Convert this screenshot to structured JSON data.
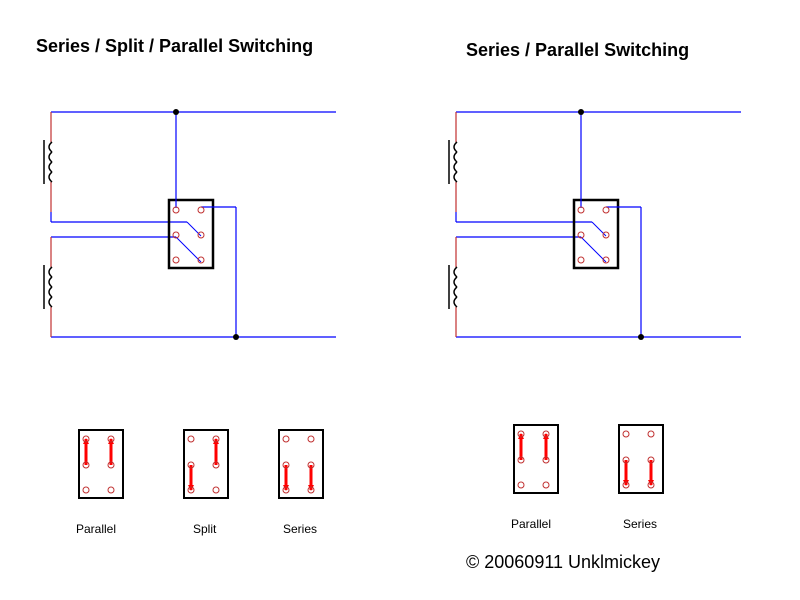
{
  "diagrams": [
    {
      "title": "Series / Split / Parallel Switching",
      "positions": [
        {
          "label": "Parallel",
          "links": [
            [
              0,
              1
            ],
            [
              3,
              4
            ]
          ],
          "arrow": "up"
        },
        {
          "label": "Split",
          "links": [
            [
              1,
              2
            ],
            [
              3,
              4
            ]
          ],
          "arrow": "mixed"
        },
        {
          "label": "Series",
          "links": [
            [
              1,
              2
            ],
            [
              4,
              5
            ]
          ],
          "arrow": "down"
        }
      ]
    },
    {
      "title": "Series / Parallel Switching",
      "positions": [
        {
          "label": "Parallel",
          "links": [
            [
              0,
              1
            ],
            [
              3,
              4
            ]
          ],
          "arrow": "up"
        },
        {
          "label": "Series",
          "links": [
            [
              1,
              2
            ],
            [
              4,
              5
            ]
          ],
          "arrow": "down"
        }
      ]
    }
  ],
  "copyright": "© 20060911 Unklmickey",
  "colors": {
    "wire": "#0000ff",
    "coil_lead": "#c03030",
    "terminal": "#c03030",
    "arrow": "#ff0000",
    "outline": "#000000"
  }
}
